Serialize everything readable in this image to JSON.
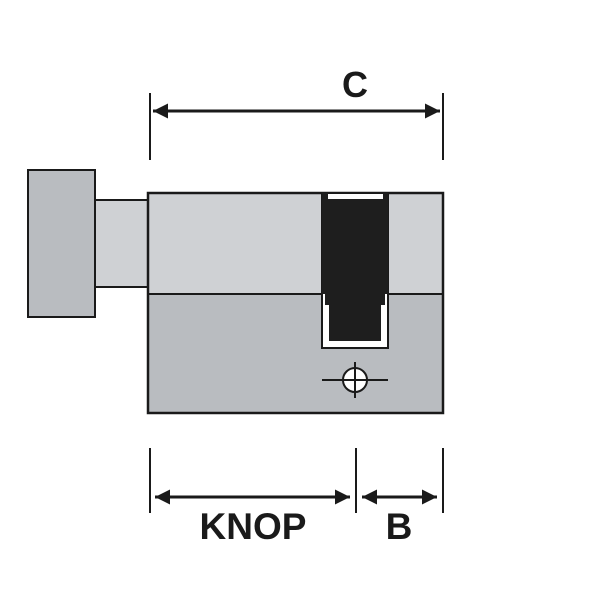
{
  "diagram": {
    "labels": {
      "overall_length": "C",
      "knob_side": "KNOP",
      "cylinder_side": "B"
    },
    "colors": {
      "body_upper": "#cfd1d4",
      "body_lower": "#b9bcc0",
      "cam": "#1e1e1e",
      "outline": "#1a1a1a"
    }
  }
}
